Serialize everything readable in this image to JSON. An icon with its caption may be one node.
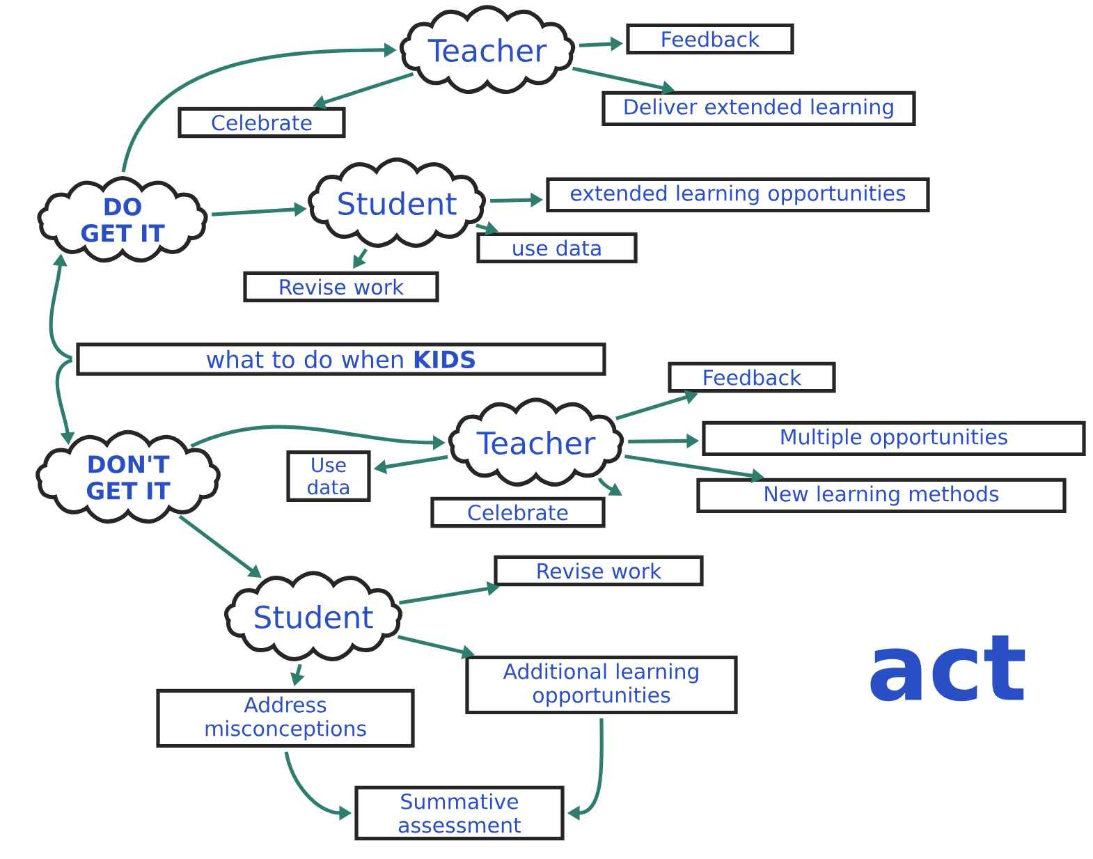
{
  "diagram": {
    "nodes": [
      {
        "text": [
          "what to do when **KIDS**"
        ]
      },
      {
        "text": [
          "DO GET IT"
        ]
      },
      {
        "text": [
          "Teacher"
        ]
      },
      {
        "text": [
          "Feedback"
        ]
      },
      {
        "text": [
          "Celebrate"
        ]
      },
      {
        "text": [
          "Deliver extended learning"
        ]
      },
      {
        "text": [
          "Student"
        ]
      },
      {
        "text": [
          "extended learning opportunities"
        ]
      },
      {
        "text": [
          "use data"
        ]
      },
      {
        "text": [
          "Revise work"
        ]
      },
      {
        "text": [
          "DON'T GET IT"
        ]
      },
      {
        "text": [
          "Teacher"
        ]
      },
      {
        "text": [
          "Feedback"
        ]
      },
      {
        "text": [
          "Use data"
        ]
      },
      {
        "text": [
          "Multiple opportunities"
        ]
      },
      {
        "text": [
          "Celebrate"
        ]
      },
      {
        "text": [
          "New learning methods"
        ]
      },
      {
        "text": [
          "Student"
        ]
      },
      {
        "text": [
          "Revise work"
        ]
      },
      {
        "text": [
          "Address misconceptions"
        ]
      },
      {
        "text": [
          "Additional learning opportunities"
        ]
      },
      {
        "text": [
          "Summative assessment"
        ]
      }
    ],
    "edges": [
      {
        "from": 0,
        "to": 1,
        "arrow": "to"
      },
      {
        "from": 0,
        "to": 10,
        "arrow": "to"
      },
      {
        "from": 1,
        "to": 2,
        "arrow": "to"
      },
      {
        "from": 1,
        "to": 6,
        "arrow": "to"
      },
      {
        "from": 2,
        "to": 3,
        "arrow": "to"
      },
      {
        "from": 2,
        "to": 4,
        "arrow": "to"
      },
      {
        "from": 2,
        "to": 5,
        "arrow": "to"
      },
      {
        "from": 6,
        "to": 7,
        "arrow": "to"
      },
      {
        "from": 6,
        "to": 8,
        "arrow": "to"
      },
      {
        "from": 6,
        "to": 9,
        "arrow": "to"
      },
      {
        "from": 10,
        "to": 11,
        "arrow": "to"
      },
      {
        "from": 10,
        "to": 17,
        "arrow": "to"
      },
      {
        "from": 11,
        "to": 12,
        "arrow": "to"
      },
      {
        "from": 11,
        "to": 13,
        "arrow": "to"
      },
      {
        "from": 11,
        "to": 14,
        "arrow": "to"
      },
      {
        "from": 11,
        "to": 15,
        "arrow": "to"
      },
      {
        "from": 11,
        "to": 16,
        "arrow": "to"
      },
      {
        "from": 17,
        "to": 18,
        "arrow": "to"
      },
      {
        "from": 17,
        "to": 19,
        "arrow": "to"
      },
      {
        "from": 17,
        "to": 20,
        "arrow": "to"
      },
      {
        "from": 19,
        "to": 21,
        "arrow": "to"
      },
      {
        "from": 20,
        "to": 21,
        "arrow": "to"
      }
    ],
    "labels": [
      "act"
    ]
  }
}
